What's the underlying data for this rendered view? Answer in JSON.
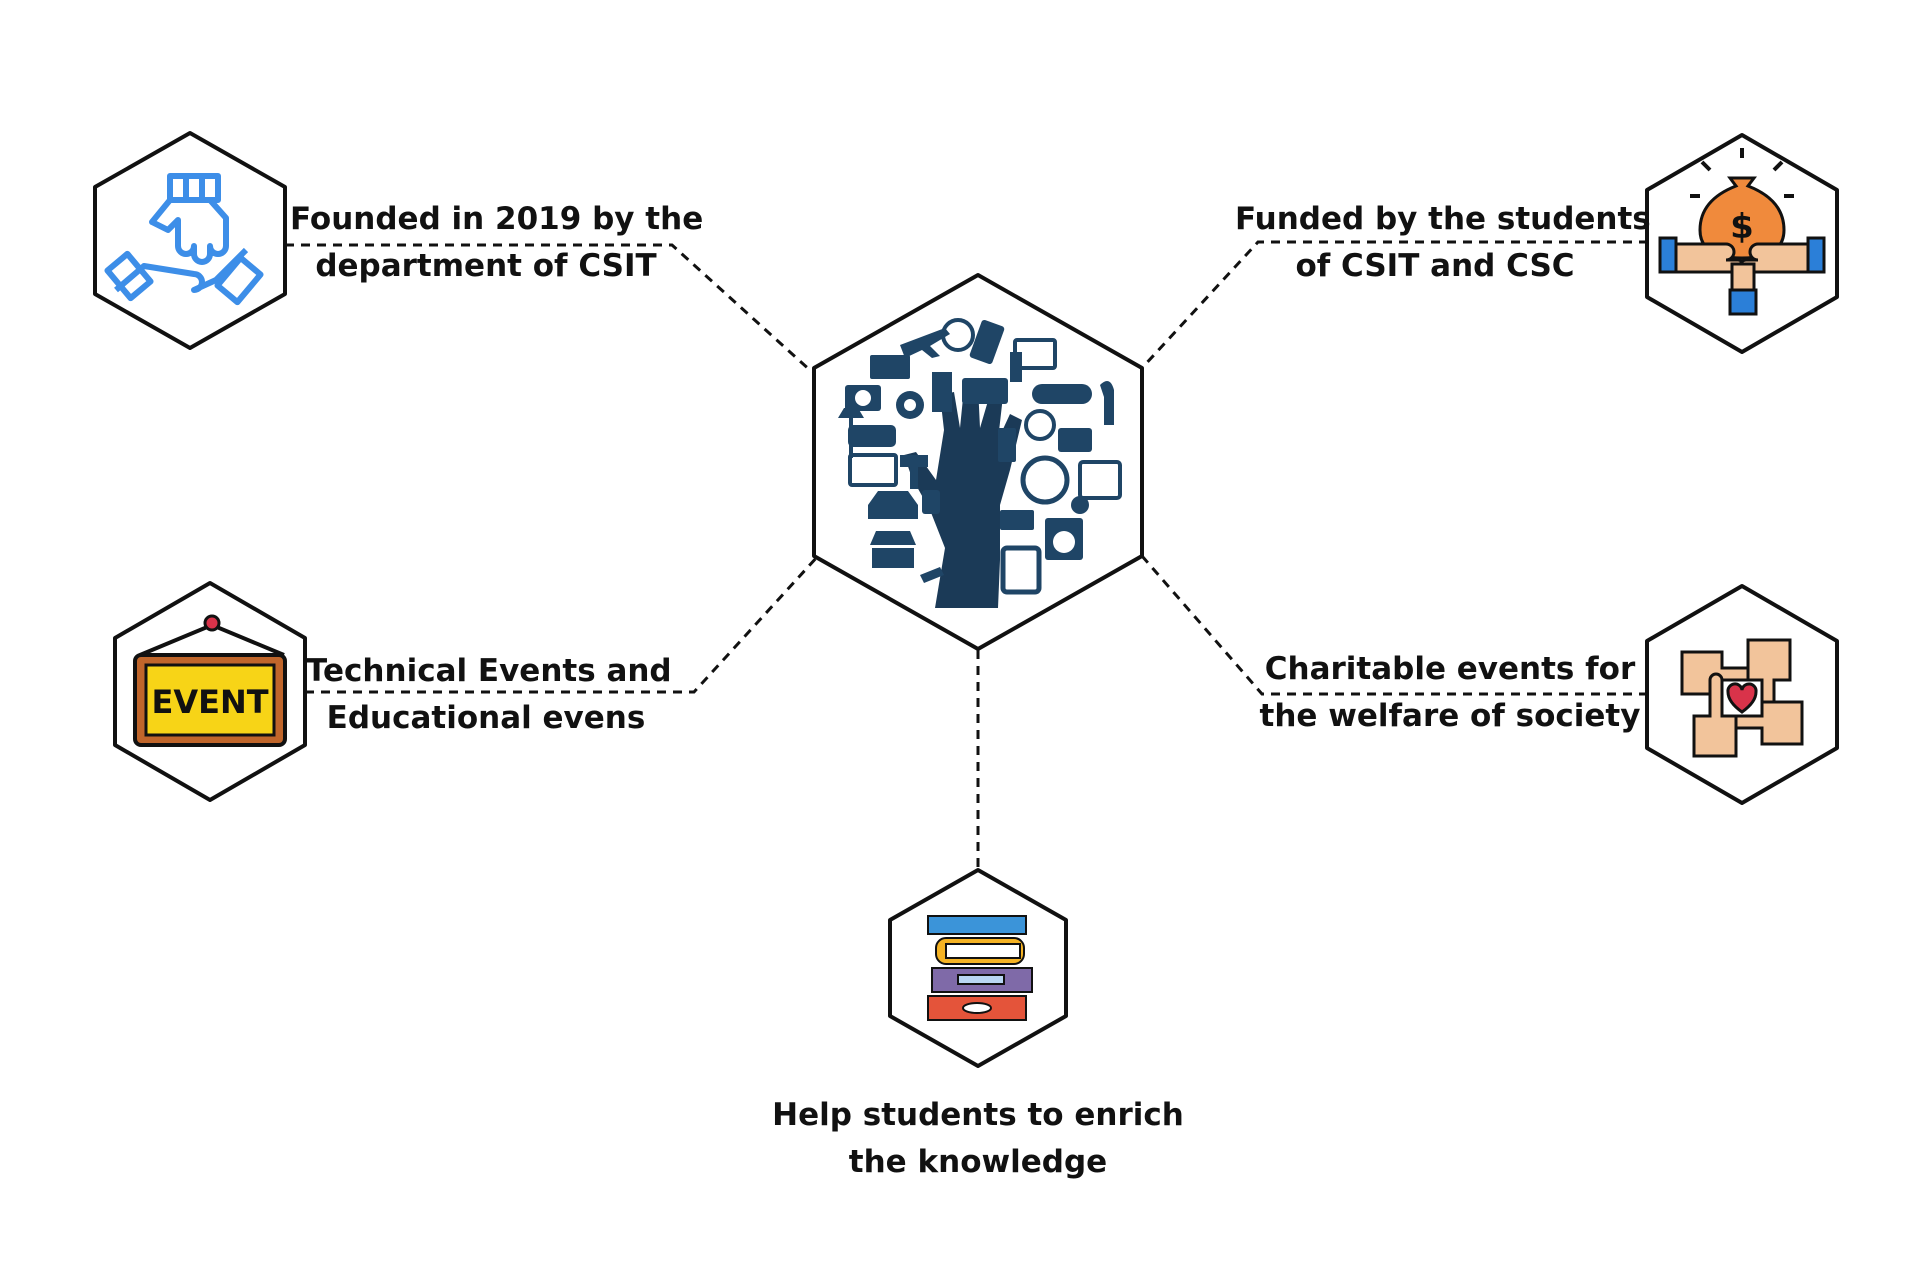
{
  "center": {
    "icon": "hand-with-technology-icons"
  },
  "nodes": [
    {
      "id": "founded",
      "icon": "hands-stacked-icon",
      "lines": [
        "Founded in 2019 by the",
        "department of CSIT"
      ]
    },
    {
      "id": "funded",
      "icon": "money-bag-exchange-icon",
      "lines": [
        "Funded by the students",
        "of CSIT and CSC"
      ]
    },
    {
      "id": "technical",
      "icon": "event-sign-icon",
      "icon_text": "EVENT",
      "lines": [
        "Technical Events and",
        "Educational evens"
      ]
    },
    {
      "id": "charitable",
      "icon": "hands-heart-teamwork-icon",
      "lines": [
        "Charitable events for",
        "the welfare of society"
      ]
    },
    {
      "id": "help",
      "icon": "stack-of-books-icon",
      "lines": [
        "Help students to enrich",
        "the knowledge"
      ]
    }
  ],
  "colors": {
    "outline": "#111111",
    "dark_blue": "#1b3a57",
    "mid_blue": "#2a5f86",
    "icon_blue": "#3d8ee8",
    "event_yellow": "#f7d417",
    "event_brown": "#c0662b",
    "money_orange": "#f08a3c",
    "skin": "#f2c49b",
    "cuff_blue": "#2b7fd8",
    "heart_red": "#d9334a"
  }
}
